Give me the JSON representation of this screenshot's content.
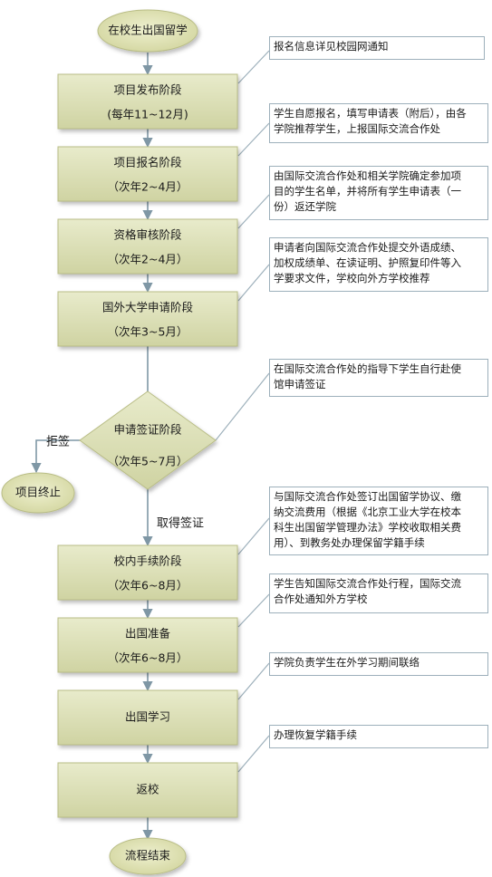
{
  "start": "在校生出国留学",
  "end": "流程结束",
  "terminate": "项目终止",
  "edge_labels": {
    "reject": "拒签",
    "obtain": "取得签证"
  },
  "steps": [
    {
      "title": "项目发布阶段",
      "period": "(每年11~12月)"
    },
    {
      "title": "项目报名阶段",
      "period": "（次年2~4月）"
    },
    {
      "title": "资格审核阶段",
      "period": "（次年2~4月）"
    },
    {
      "title": "国外大学申请阶段",
      "period": "（次年3~5月）"
    }
  ],
  "visa": {
    "title": "申请签证阶段",
    "period": "（次年5~7月）"
  },
  "steps2": [
    {
      "title": "校内手续阶段",
      "period": "（次年6~8月）"
    },
    {
      "title": "出国准备",
      "period": "（次年6~8月）"
    },
    {
      "title": "出国学习",
      "period": ""
    },
    {
      "title": "返校",
      "period": ""
    }
  ],
  "notes": [
    {
      "lines": [
        "报名信息详见校园网通知"
      ]
    },
    {
      "lines": [
        "学生自愿报名，填写申请表（附后），由各",
        "学院推荐学生，上报国际交流合作处"
      ]
    },
    {
      "lines": [
        "由国际交流合作处和相关学院确定参加项",
        "目的学生名单，并将所有学生申请表（一",
        "份）返还学院"
      ]
    },
    {
      "lines": [
        "申请者向国际交流合作处提交外语成绩、",
        "加权成绩单、在读证明、护照复印件等入",
        "学要求文件，学校向外方学校推荐"
      ]
    },
    {
      "lines": [
        "在国际交流合作处的指导下学生自行赴使",
        "馆申请签证"
      ]
    },
    {
      "lines": [
        "与国际交流合作处签订出国留学协议、缴",
        "纳交流费用（根据《北京工业大学在校本",
        "科生出国留学管理办法》学校收取相关费",
        "用）、到教务处办理保留学籍手续"
      ]
    },
    {
      "lines": [
        "学生告知国际交流合作处行程，国际交流",
        "合作处通知外方学校"
      ]
    },
    {
      "lines": [
        "学院负责学生在外学习期间联络"
      ]
    },
    {
      "lines": [
        "办理恢复学籍手续"
      ]
    }
  ]
}
